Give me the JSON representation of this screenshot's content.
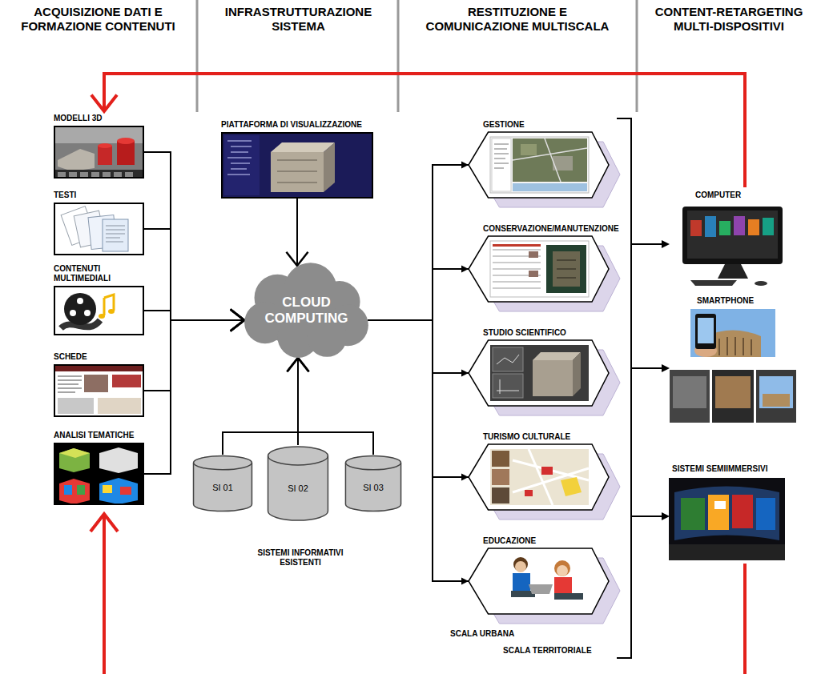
{
  "diagram": {
    "nodes": [
      {
        "text": [
          "MODELLI 3D"
        ]
      },
      {
        "text": [
          "TESTI"
        ]
      },
      {
        "text": [
          "CONTENUTI MULTIMEDIALI"
        ]
      },
      {
        "text": [
          "SCHEDE"
        ]
      },
      {
        "text": [
          "ANALISI TEMATICHE"
        ]
      },
      {
        "text": [
          "PIATTAFORMA DI VISUALIZZAZIONE"
        ]
      },
      {
        "text": [
          "CLOUD COMPUTING"
        ]
      },
      {
        "text": [
          "SI 01"
        ]
      },
      {
        "text": [
          "SI 02"
        ]
      },
      {
        "text": [
          "SI 03"
        ]
      },
      {
        "text": [
          "GESTIONE"
        ]
      },
      {
        "text": [
          "CONSERVAZIONE/MANUTENZIONE"
        ]
      },
      {
        "text": [
          "STUDIO SCIENTIFICO"
        ]
      },
      {
        "text": [
          "TURISMO CULTURALE"
        ]
      },
      {
        "text": [
          "EDUCAZIONE"
        ]
      },
      {
        "text": [
          "COMPUTER"
        ]
      },
      {
        "text": [
          "SMARTPHONE"
        ]
      },
      {
        "text": [
          "SISTEMI SEMIIMMERSIVI"
        ]
      }
    ],
    "edges": [
      {
        "from": 0,
        "to": 6,
        "arrow": "to"
      },
      {
        "from": 1,
        "to": 6,
        "arrow": "to"
      },
      {
        "from": 2,
        "to": 6,
        "arrow": "to"
      },
      {
        "from": 3,
        "to": 6,
        "arrow": "to"
      },
      {
        "from": 4,
        "to": 6,
        "arrow": "to"
      },
      {
        "from": 5,
        "to": 6,
        "arrow": "to"
      },
      {
        "from": 7,
        "to": 6,
        "arrow": "to"
      },
      {
        "from": 8,
        "to": 6,
        "arrow": "to"
      },
      {
        "from": 9,
        "to": 6,
        "arrow": "to"
      },
      {
        "from": 6,
        "to": 10,
        "arrow": "to"
      },
      {
        "from": 6,
        "to": 11,
        "arrow": "to"
      },
      {
        "from": 6,
        "to": 12,
        "arrow": "to"
      },
      {
        "from": 6,
        "to": 13,
        "arrow": "to"
      },
      {
        "from": 6,
        "to": 14,
        "arrow": "to"
      },
      {
        "from": 15,
        "to": 0,
        "arrow": "to"
      }
    ],
    "labels": [
      "ACQUISIZIONE DATI E FORMAZIONE CONTENUTI",
      "INFRASTRUTTURAZIONE SISTEMA",
      "RESTITUZIONE E COMUNICAZIONE MULTISCALA",
      "CONTENT-RETARGETING MULTI-DISPOSITIVI",
      "SISTEMI INFORMATIVI ESISTENTI",
      "SCALA URBANA",
      "SCALA TERRITORIALE"
    ]
  }
}
